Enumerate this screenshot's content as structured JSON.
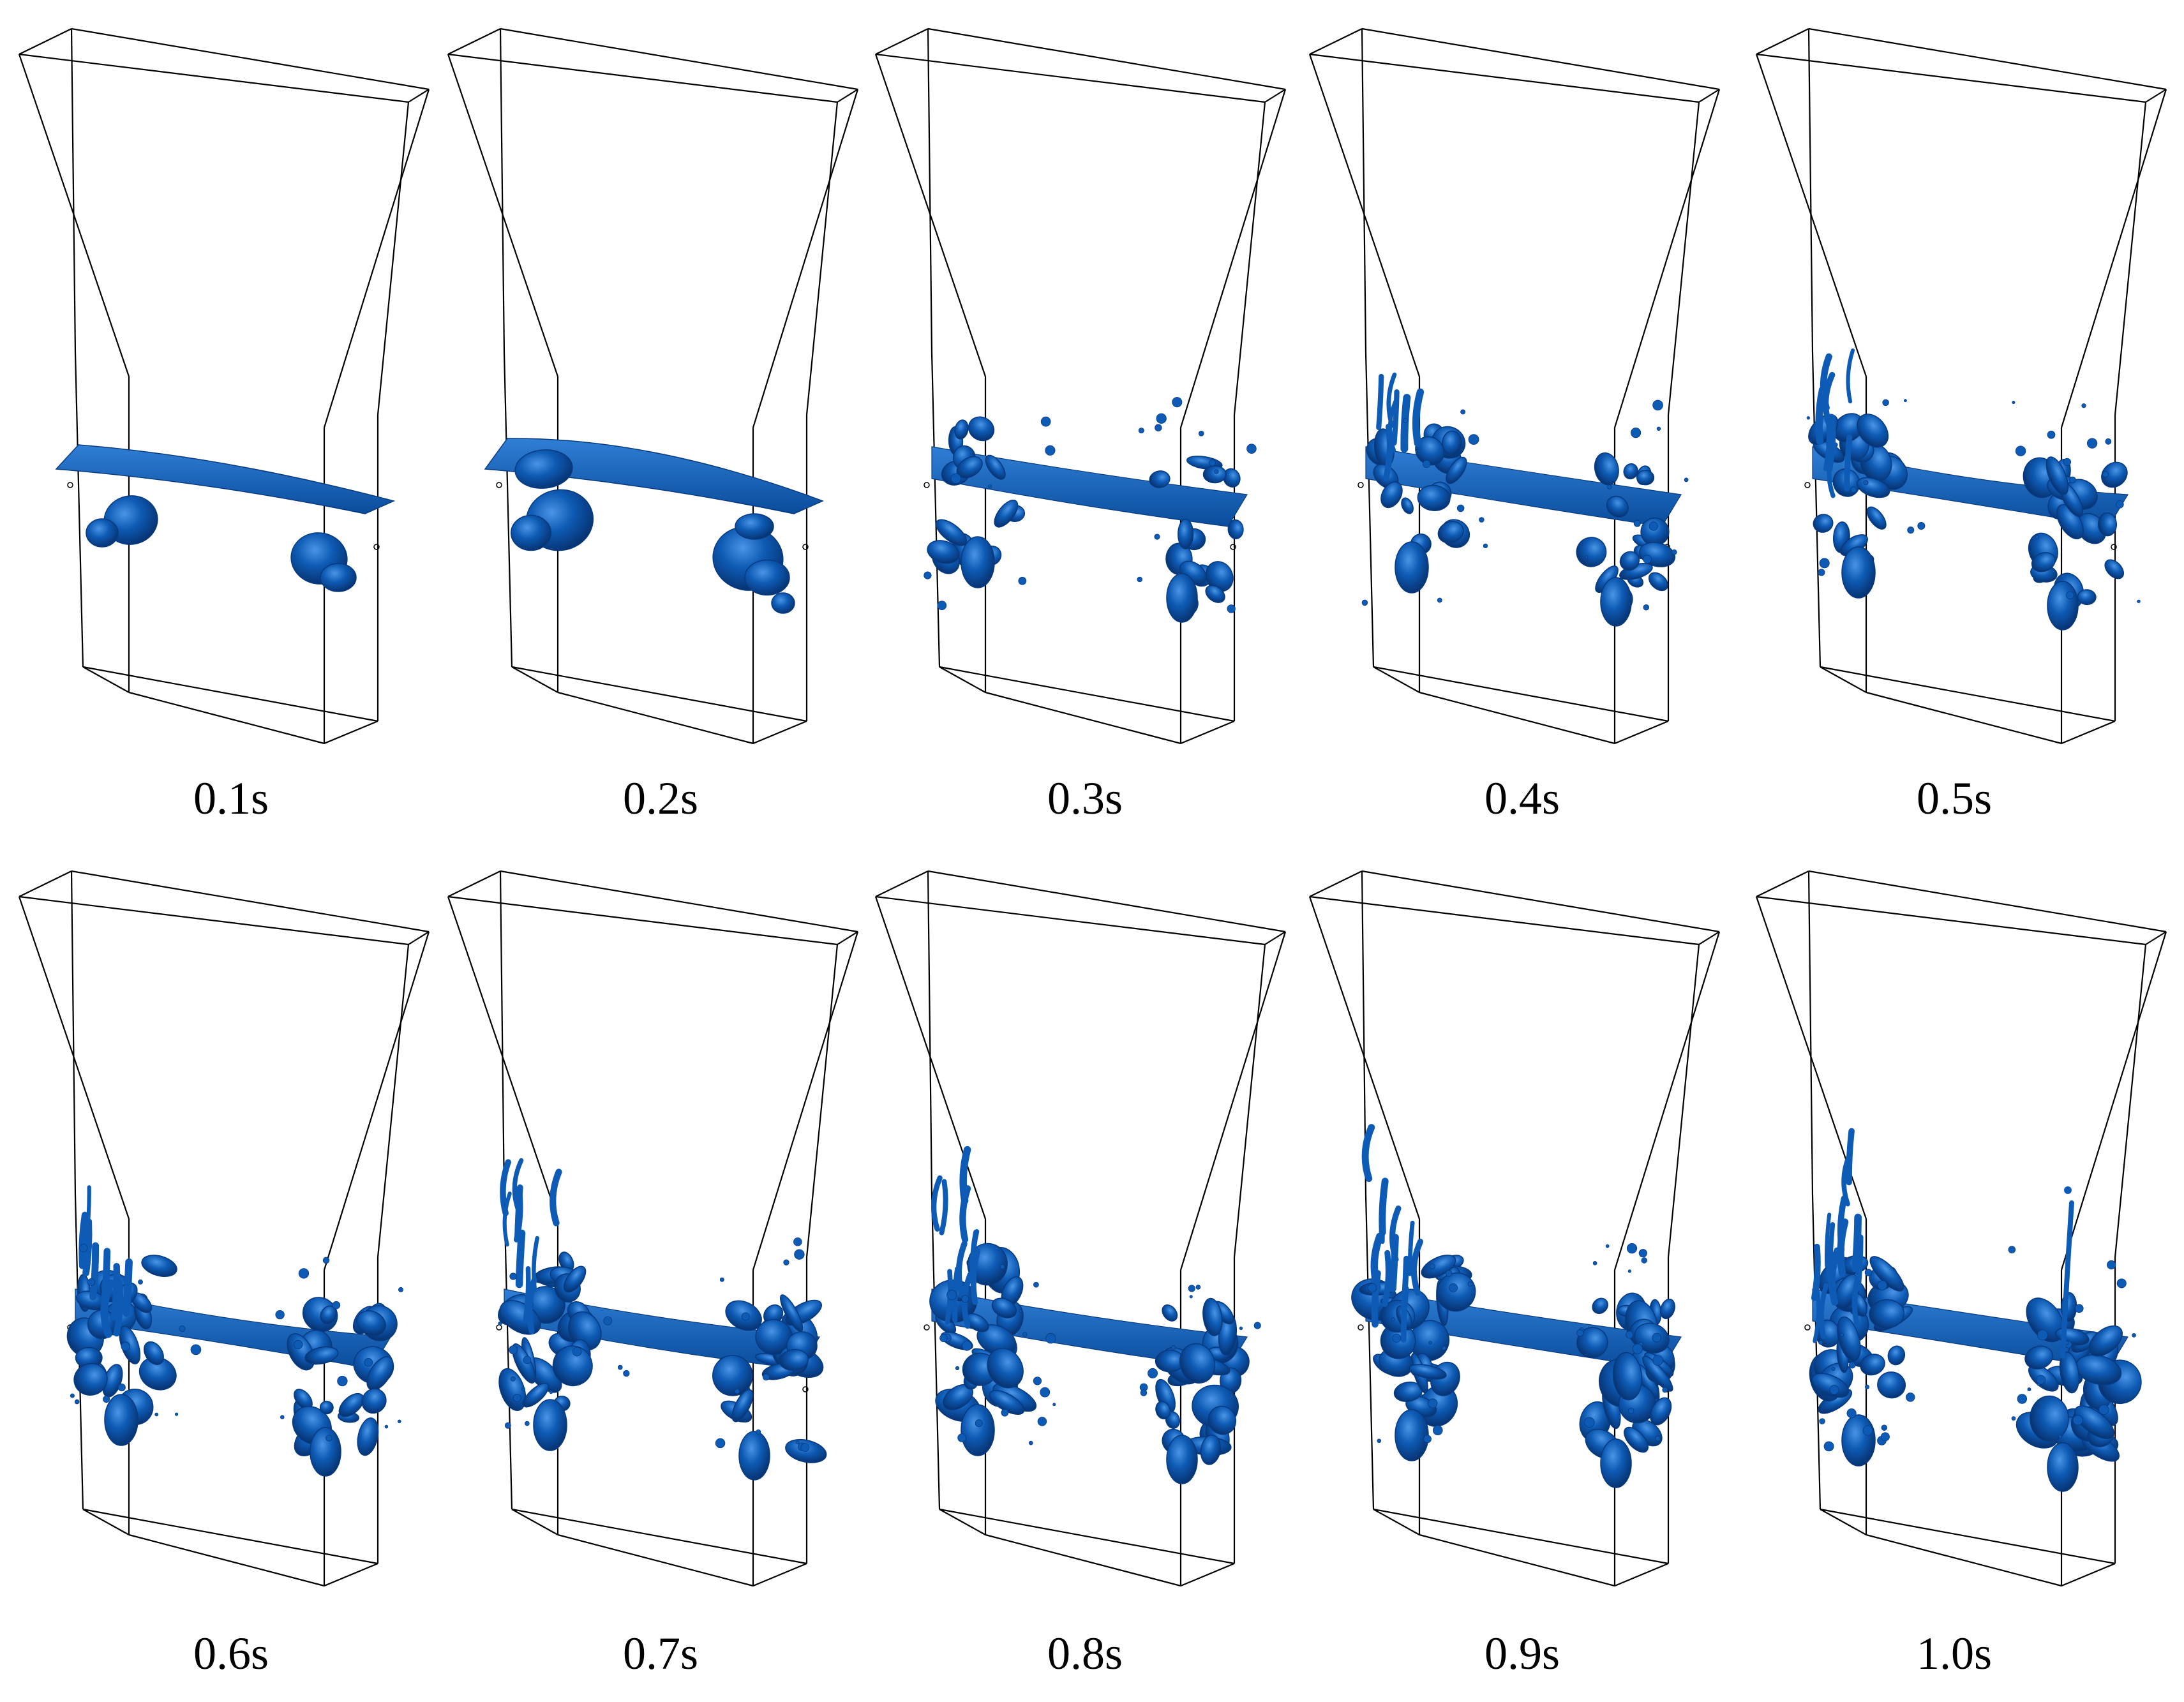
{
  "figure": {
    "colors": {
      "outline": "#000000",
      "fluid": "#0e5bb5",
      "fluid_dark": "#083a80",
      "fluid_light": "#3a86da",
      "background": "#ffffff"
    },
    "frames": [
      {
        "time_label": "0.1s",
        "stage": 0
      },
      {
        "time_label": "0.2s",
        "stage": 1
      },
      {
        "time_label": "0.3s",
        "stage": 2
      },
      {
        "time_label": "0.4s",
        "stage": 3
      },
      {
        "time_label": "0.5s",
        "stage": 4
      },
      {
        "time_label": "0.6s",
        "stage": 5
      },
      {
        "time_label": "0.7s",
        "stage": 6
      },
      {
        "time_label": "0.8s",
        "stage": 7
      },
      {
        "time_label": "0.9s",
        "stage": 8
      },
      {
        "time_label": "1.0s",
        "stage": 9
      }
    ]
  }
}
